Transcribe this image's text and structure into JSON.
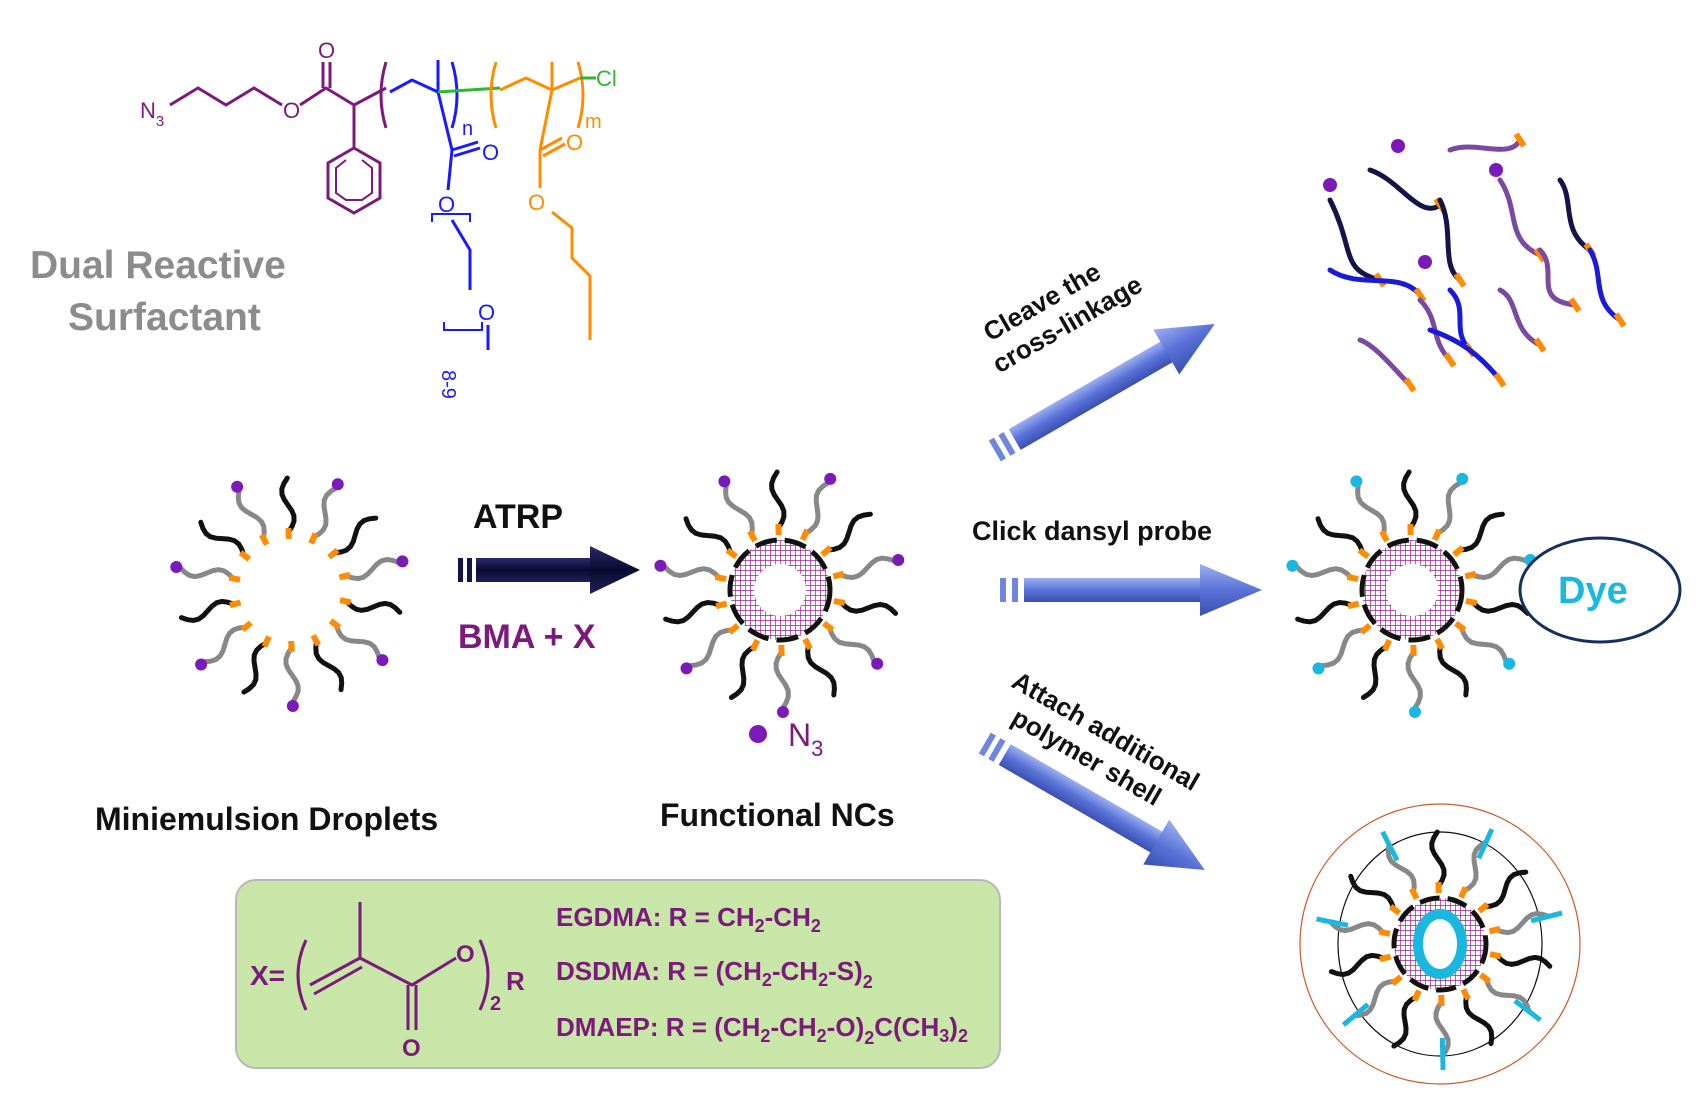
{
  "surfactant": {
    "title_line1": "Dual Reactive",
    "title_line2": "Surfactant",
    "azide_n": "N",
    "azide_sub": "3",
    "subscript_n": "n",
    "subscript_m": "m",
    "chloride": "Cl",
    "oxygen": "O",
    "peg_repeat": "8-9"
  },
  "labels": {
    "miniemulsion": "Miniemulsion Droplets",
    "functional": "Functional NCs",
    "atrp": "ATRP",
    "bma_x": "BMA + X",
    "n3_legend_n": "N",
    "n3_legend_sub": "3",
    "cleave_line1": "Cleave the",
    "cleave_line2": "cross-linkage",
    "click": "Click dansyl probe",
    "attach_line1": "Attach additional",
    "attach_line2": "polymer shell",
    "dye": "Dye"
  },
  "crosslinker_box": {
    "x_label": "X=",
    "subscript_2": "2",
    "r_label": "R",
    "o_label": "O",
    "egdma": "EGDMA: R = CH",
    "egdma_sub": "2",
    "egdma_tail": "-CH",
    "egdma_tail_sub": "2",
    "dsdma": "DSDMA: R = ",
    "dsdma_body": "CH",
    "dsdma_sub1": "2",
    "dsdma_body2": "-CH",
    "dsdma_sub2": "2",
    "dsdma_body3": "-S",
    "dsdma_outer_sub": "2",
    "dmaep": "DMAEP: R = ",
    "dmaep_body": "CH",
    "dmaep_sub1": "2",
    "dmaep_body2": "-CH",
    "dmaep_sub2": "2",
    "dmaep_body3": "-O",
    "dmaep_outer_sub": "2",
    "dmaep_tail": "C(CH",
    "dmaep_tail_sub": "3",
    "dmaep_tail_end": ")",
    "dmaep_tail_sub2": "2"
  },
  "colors": {
    "purple": "#7b1a7b",
    "blue": "#1a1aff",
    "orange": "#ff8c00",
    "green": "#2db82d",
    "gray_text": "#8c8c8c",
    "dark_navy": "#14144a",
    "arrow_blue": "#6f86e0",
    "cyan": "#1ab8e0",
    "box_green": "#c8e6a8",
    "dye_ring": "#14305e"
  }
}
